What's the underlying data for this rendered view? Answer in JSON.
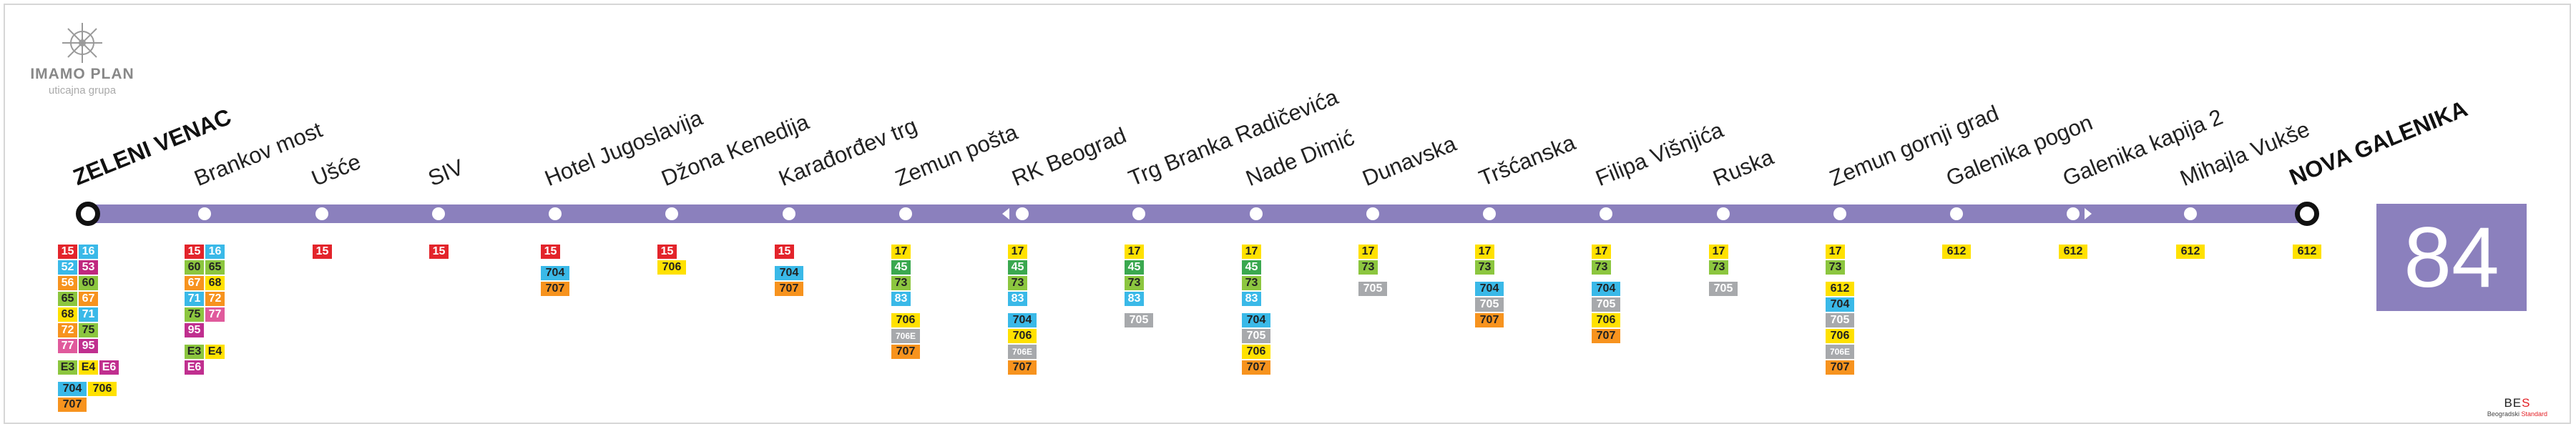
{
  "brand": {
    "title": "IMAMO PLAN",
    "subtitle": "uticajna grupa"
  },
  "line": {
    "number": "84",
    "color": "#8b80bd"
  },
  "footer": {
    "standard_abbr_main": "BE",
    "standard_abbr_accent": "S",
    "standard_text_main": "Beogradski",
    "standard_text_accent": "Standard"
  },
  "route_colors": {
    "15": "#e3242b",
    "16": "#3ab9e8",
    "52": "#3ab9e8",
    "53": "#c0287f",
    "56": "#f7931e",
    "60": "#8cc63f",
    "65": "#8cc63f",
    "67": "#f7931e",
    "68": "#ffe100",
    "71": "#3ab9e8",
    "72": "#f7931e",
    "75": "#8cc63f",
    "77": "#e05a9c",
    "95": "#c02f8f",
    "E3": "#8cc63f",
    "E4": "#ffe100",
    "E6": "#c02f8f",
    "17": "#ffe100",
    "45": "#3aa84f",
    "73": "#8cc63f",
    "83": "#3ab9e8",
    "612": "#ffe100",
    "704": "#3ab9e8",
    "705": "#a7a9ac",
    "706": "#ffe100",
    "706E": "#a7a9ac",
    "707": "#f7931e"
  },
  "stops": [
    {
      "name": "ZELENI VENAC",
      "terminus": true,
      "groups": [
        [
          "15",
          "16"
        ],
        [
          "52",
          "53"
        ],
        [
          "56",
          "60"
        ],
        [
          "65",
          "67"
        ],
        [
          "68",
          "71"
        ],
        [
          "72",
          "75"
        ],
        [
          "77",
          "95"
        ],
        "|",
        [
          "E3",
          "E4",
          "E6"
        ],
        "|",
        [
          "704",
          "706"
        ],
        [
          "707"
        ]
      ]
    },
    {
      "name": "Brankov most",
      "groups": [
        [
          "15",
          "16"
        ],
        [
          "60",
          "65"
        ],
        [
          "67",
          "68"
        ],
        [
          "71",
          "72"
        ],
        [
          "75",
          "77"
        ],
        [
          "95"
        ],
        "|",
        [
          "E3",
          "E4"
        ],
        [
          "E6"
        ]
      ]
    },
    {
      "name": "Ušće",
      "groups": [
        [
          "15"
        ]
      ]
    },
    {
      "name": "SIV",
      "groups": [
        [
          "15"
        ]
      ]
    },
    {
      "name": "Hotel Jugoslavija",
      "groups": [
        [
          "15"
        ],
        "|",
        [
          "704"
        ],
        [
          "707"
        ]
      ]
    },
    {
      "name": "Džona Kenedija",
      "groups": [
        [
          "15"
        ],
        [
          "706"
        ]
      ]
    },
    {
      "name": "Karađorđev trg",
      "groups": [
        [
          "15"
        ],
        "|",
        [
          "704"
        ],
        [
          "707"
        ]
      ]
    },
    {
      "name": "Zemun pošta",
      "groups": [
        [
          "17"
        ],
        [
          "45"
        ],
        [
          "73"
        ],
        [
          "83"
        ],
        "|",
        [
          "706"
        ],
        [
          "706E"
        ],
        [
          "707"
        ]
      ]
    },
    {
      "name": "RK Beograd",
      "arrow_left": true,
      "groups": [
        [
          "17"
        ],
        [
          "45"
        ],
        [
          "73"
        ],
        [
          "83"
        ],
        "|",
        [
          "704"
        ],
        [
          "706"
        ],
        [
          "706E"
        ],
        [
          "707"
        ]
      ]
    },
    {
      "name": "Trg Branka Radičevića",
      "groups": [
        [
          "17"
        ],
        [
          "45"
        ],
        [
          "73"
        ],
        [
          "83"
        ],
        "|",
        [
          "705"
        ]
      ]
    },
    {
      "name": "Nade Dimić",
      "groups": [
        [
          "17"
        ],
        [
          "45"
        ],
        [
          "73"
        ],
        [
          "83"
        ],
        "|",
        [
          "704"
        ],
        [
          "705"
        ],
        [
          "706"
        ],
        [
          "707"
        ]
      ]
    },
    {
      "name": "Dunavska",
      "groups": [
        [
          "17"
        ],
        [
          "73"
        ],
        "|",
        [
          "705"
        ]
      ]
    },
    {
      "name": "Tršćanska",
      "groups": [
        [
          "17"
        ],
        [
          "73"
        ],
        "|",
        [
          "704"
        ],
        [
          "705"
        ],
        [
          "707"
        ]
      ]
    },
    {
      "name": "Filipa Višnjića",
      "groups": [
        [
          "17"
        ],
        [
          "73"
        ],
        "|",
        [
          "704"
        ],
        [
          "705"
        ],
        [
          "706"
        ],
        [
          "707"
        ]
      ]
    },
    {
      "name": "Ruska",
      "groups": [
        [
          "17"
        ],
        [
          "73"
        ],
        "|",
        [
          "705"
        ]
      ]
    },
    {
      "name": "Zemun gornji grad",
      "groups": [
        [
          "17"
        ],
        [
          "73"
        ],
        "|",
        [
          "612"
        ],
        [
          "704"
        ],
        [
          "705"
        ],
        [
          "706"
        ],
        [
          "706E"
        ],
        [
          "707"
        ]
      ]
    },
    {
      "name": "Galenika pogon",
      "groups": [
        [
          "612"
        ]
      ]
    },
    {
      "name": "Galenika kapija 2",
      "arrow_right": true,
      "groups": [
        [
          "612"
        ]
      ]
    },
    {
      "name": "Mihajla Vukše",
      "groups": [
        [
          "612"
        ]
      ]
    },
    {
      "name": "NOVA GALENIKA",
      "terminus": true,
      "groups": [
        [
          "612"
        ]
      ]
    }
  ]
}
